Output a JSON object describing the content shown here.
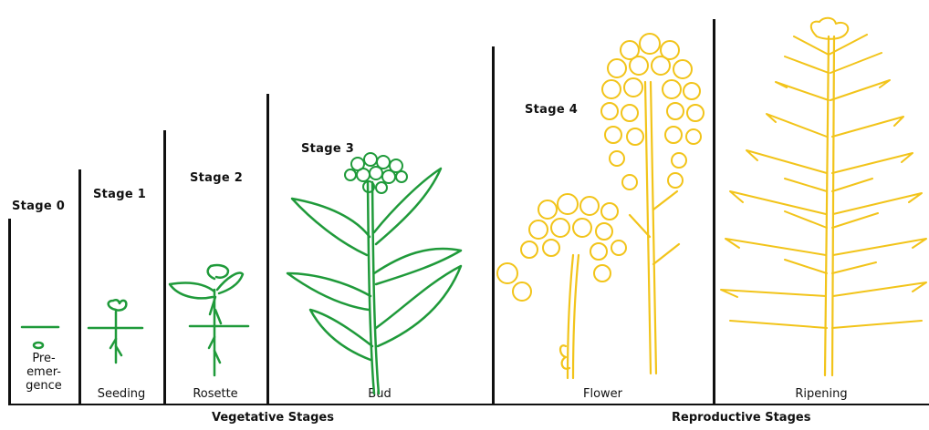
{
  "stages": [
    {
      "stage": "Stage 0",
      "name": "Pre-\nemer-\ngence"
    },
    {
      "stage": "Stage 1",
      "name": "Seeding"
    },
    {
      "stage": "Stage 2",
      "name": "Rosette"
    },
    {
      "stage": "Stage 3",
      "name": "Bud"
    },
    {
      "stage": "Stage 4",
      "name": "Flower"
    },
    {
      "stage": "",
      "name": "Ripening"
    }
  ],
  "groups": {
    "vegetative": "Vegetative Stages",
    "reproductive": "Reproductive Stages"
  },
  "colors": {
    "vegetative": "#1f9a3a",
    "reproductive": "#f2c41a",
    "lines": "#111111"
  }
}
